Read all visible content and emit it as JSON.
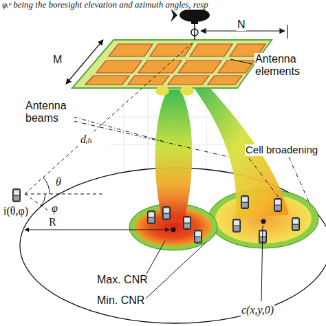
{
  "diagram": {
    "labels": [
      "φᵢᵒ being the boresight elevation and azimuth angles, resp",
      "N",
      "M",
      "Antenna elements",
      "Antenna beams",
      "Cell broadening",
      "dᵢₕ",
      "θ",
      "φ",
      "i(θ,φ)",
      "R",
      "Max. CNR",
      "Min. CNR",
      "c(x,y,0)"
    ]
  }
}
